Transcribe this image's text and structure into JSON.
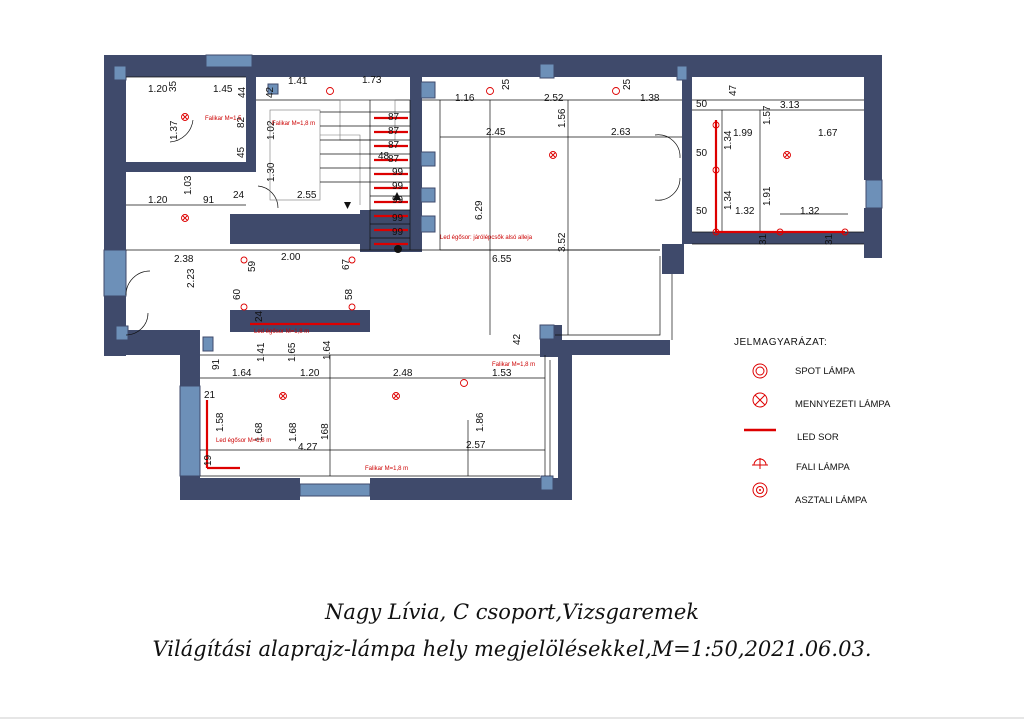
{
  "drawing": {
    "dimensions": [
      {
        "id": "d1",
        "text": "1.20"
      },
      {
        "id": "d2",
        "text": "1.45"
      },
      {
        "id": "d3",
        "text": "35"
      },
      {
        "id": "d4",
        "text": "44"
      },
      {
        "id": "d5",
        "text": "1.41"
      },
      {
        "id": "d6",
        "text": "1.73"
      },
      {
        "id": "d7",
        "text": "42"
      },
      {
        "id": "d8",
        "text": "1.16"
      },
      {
        "id": "d9",
        "text": "25"
      },
      {
        "id": "d10",
        "text": "2.52"
      },
      {
        "id": "d11",
        "text": "25"
      },
      {
        "id": "d12",
        "text": "1.38"
      },
      {
        "id": "d13",
        "text": "50"
      },
      {
        "id": "d14",
        "text": "47"
      },
      {
        "id": "d15",
        "text": "3.13"
      },
      {
        "id": "d16",
        "text": "1.37"
      },
      {
        "id": "d17",
        "text": "82"
      },
      {
        "id": "d18",
        "text": "1.02"
      },
      {
        "id": "d19",
        "text": "87"
      },
      {
        "id": "d20",
        "text": "87"
      },
      {
        "id": "d21",
        "text": "87"
      },
      {
        "id": "d22",
        "text": "2.45"
      },
      {
        "id": "d23",
        "text": "1.56"
      },
      {
        "id": "d24",
        "text": "2.63"
      },
      {
        "id": "d25",
        "text": "1.99"
      },
      {
        "id": "d26",
        "text": "1.57"
      },
      {
        "id": "d27",
        "text": "1.67"
      },
      {
        "id": "d28",
        "text": "45"
      },
      {
        "id": "d29",
        "text": "48"
      },
      {
        "id": "d30",
        "text": "87"
      },
      {
        "id": "d31",
        "text": "1.34"
      },
      {
        "id": "d32",
        "text": "50"
      },
      {
        "id": "d33",
        "text": "1.30"
      },
      {
        "id": "d34",
        "text": "99"
      },
      {
        "id": "d35",
        "text": "1.03"
      },
      {
        "id": "d36",
        "text": "99"
      },
      {
        "id": "d37",
        "text": "1.20"
      },
      {
        "id": "d38",
        "text": "91"
      },
      {
        "id": "d39",
        "text": "24"
      },
      {
        "id": "d40",
        "text": "2.55"
      },
      {
        "id": "d41",
        "text": "99"
      },
      {
        "id": "d42",
        "text": "6.29"
      },
      {
        "id": "d43",
        "text": "1.34"
      },
      {
        "id": "d44",
        "text": "1.91"
      },
      {
        "id": "d45",
        "text": "50"
      },
      {
        "id": "d46",
        "text": "1.32"
      },
      {
        "id": "d47",
        "text": "1.32"
      },
      {
        "id": "d48",
        "text": "99"
      },
      {
        "id": "d49",
        "text": "99"
      },
      {
        "id": "d50",
        "text": "31"
      },
      {
        "id": "d51",
        "text": "31"
      },
      {
        "id": "d52",
        "text": "3.52"
      },
      {
        "id": "d53",
        "text": "2.38"
      },
      {
        "id": "d54",
        "text": "59"
      },
      {
        "id": "d55",
        "text": "2.00"
      },
      {
        "id": "d56",
        "text": "67"
      },
      {
        "id": "d57",
        "text": "6.55"
      },
      {
        "id": "d58",
        "text": "2.23"
      },
      {
        "id": "d59",
        "text": "60"
      },
      {
        "id": "d60",
        "text": "58"
      },
      {
        "id": "d61",
        "text": "24"
      },
      {
        "id": "d62",
        "text": "42"
      },
      {
        "id": "d63",
        "text": "1.41"
      },
      {
        "id": "d64",
        "text": "1.65"
      },
      {
        "id": "d65",
        "text": "1.64"
      },
      {
        "id": "d66",
        "text": "91"
      },
      {
        "id": "d67",
        "text": "1.64"
      },
      {
        "id": "d68",
        "text": "1.20"
      },
      {
        "id": "d69",
        "text": "2.48"
      },
      {
        "id": "d70",
        "text": "1.53"
      },
      {
        "id": "d71",
        "text": "21"
      },
      {
        "id": "d72",
        "text": "1.58"
      },
      {
        "id": "d73",
        "text": "1.68"
      },
      {
        "id": "d74",
        "text": "1.68"
      },
      {
        "id": "d75",
        "text": "168"
      },
      {
        "id": "d76",
        "text": "1.86"
      },
      {
        "id": "d77",
        "text": "4.27"
      },
      {
        "id": "d78",
        "text": "2.57"
      },
      {
        "id": "d79",
        "text": "19"
      }
    ],
    "annotations": [
      {
        "id": "a1",
        "text": "Falikar M=1,5"
      },
      {
        "id": "a2",
        "text": "Falikar M=1,8 m"
      },
      {
        "id": "a3",
        "text": "Led égősor: járólépcsők alsó alleja"
      },
      {
        "id": "a4",
        "text": "Led égősor M=1,8 m"
      },
      {
        "id": "a5",
        "text": "Falikar M=1,8 m"
      },
      {
        "id": "a6",
        "text": "Led égősor M=1,8 m"
      },
      {
        "id": "a7",
        "text": "Falikar M=1,8 m"
      }
    ]
  },
  "legend": {
    "title": "JELMAGYARÁZAT:",
    "items": [
      {
        "label": "SPOT LÁMPA",
        "icon": "spot-lamp-icon"
      },
      {
        "label": "MENNYEZETI LÁMPA",
        "icon": "ceiling-lamp-icon"
      },
      {
        "label": "LED SOR",
        "icon": "led-strip-icon"
      },
      {
        "label": "FALI LÁMPA",
        "icon": "wall-lamp-icon"
      },
      {
        "label": "ASZTALI LÁMPA",
        "icon": "table-lamp-icon"
      }
    ]
  },
  "caption": {
    "line1": "Nagy Lívia, C csoport,Vizsgaremek",
    "line2": "Világítási alaprajz-lámpa hely megjelölésekkel,M=1:50,2021.06.03."
  },
  "colors": {
    "wall": "#3f4a6b",
    "window": "#6d90b8",
    "led": "#d00000"
  }
}
